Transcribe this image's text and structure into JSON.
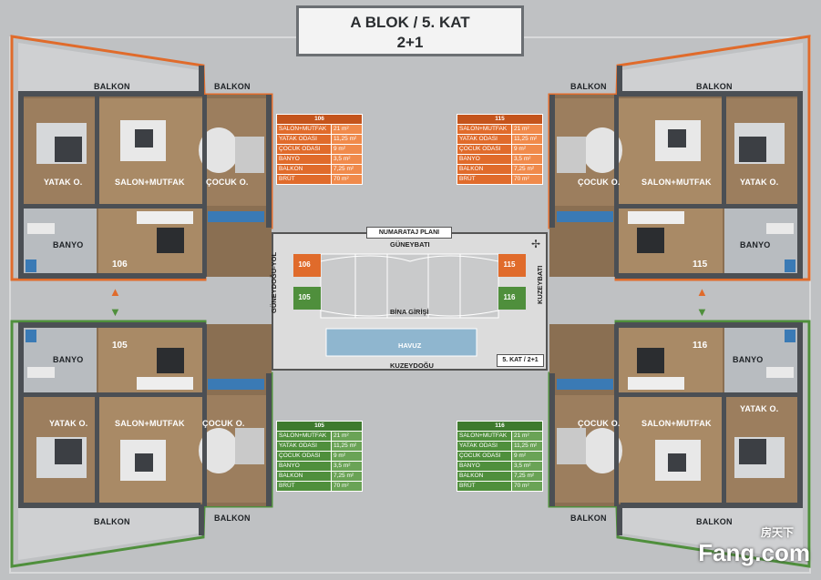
{
  "header": {
    "title": "A BLOK / 5. KAT",
    "type": "2+1"
  },
  "room_labels": {
    "balkon": "BALKON",
    "yatak": "YATAK O.",
    "salon": "SALON+MUTFAK",
    "cocuk": "ÇOCUK O.",
    "banyo": "BANYO"
  },
  "units": {
    "u106": {
      "no": "106"
    },
    "u115": {
      "no": "115"
    },
    "u105": {
      "no": "105"
    },
    "u116": {
      "no": "116"
    }
  },
  "tables": {
    "t106": {
      "unit": "106",
      "rows": [
        [
          "SALON+MUTFAK",
          "21 m²"
        ],
        [
          "YATAK ODASI",
          "11,25 m²"
        ],
        [
          "ÇOCUK ODASI",
          "9 m²"
        ],
        [
          "BANYO",
          "3,5 m²"
        ],
        [
          "BALKON",
          "7,25 m²"
        ],
        [
          "BRÜT",
          "70 m²"
        ]
      ]
    },
    "t115": {
      "unit": "115",
      "rows": [
        [
          "SALON+MUTFAK",
          "21 m²"
        ],
        [
          "YATAK ODASI",
          "11,25 m²"
        ],
        [
          "ÇOCUK ODASI",
          "9 m²"
        ],
        [
          "BANYO",
          "3,5 m²"
        ],
        [
          "BALKON",
          "7,25 m²"
        ],
        [
          "BRÜT",
          "70 m²"
        ]
      ]
    },
    "t105": {
      "unit": "105",
      "rows": [
        [
          "SALON+MUTFAK",
          "21 m²"
        ],
        [
          "YATAK ODASI",
          "11,25 m²"
        ],
        [
          "ÇOCUK ODASI",
          "9 m²"
        ],
        [
          "BANYO",
          "3,5 m²"
        ],
        [
          "BALKON",
          "7,25 m²"
        ],
        [
          "BRÜT",
          "70 m²"
        ]
      ]
    },
    "t116": {
      "unit": "116",
      "rows": [
        [
          "SALON+MUTFAK",
          "21 m²"
        ],
        [
          "YATAK ODASI",
          "11,25 m²"
        ],
        [
          "ÇOCUK ODASI",
          "9 m²"
        ],
        [
          "BANYO",
          "3,5 m²"
        ],
        [
          "BALKON",
          "7,25 m²"
        ],
        [
          "BRÜT",
          "70 m²"
        ]
      ]
    }
  },
  "site_plan": {
    "title": "NUMARATAJ PLANI",
    "north": "GÜNEYBATI",
    "south": "KUZEYDOĞU",
    "west": "GÜNEYDOĞU-YOL",
    "east": "KUZEYBATI",
    "entrance": "BİNA GİRİŞİ",
    "pool": "HAVUZ",
    "floor_tag": "5. KAT / 2+1",
    "badges": [
      "106",
      "105",
      "115",
      "116"
    ]
  },
  "colors": {
    "orange": "#e06b2b",
    "green": "#4f8f3c",
    "frame": "#d8d9da"
  },
  "watermark": {
    "cn": "房天下",
    "en": "Fang.com"
  }
}
